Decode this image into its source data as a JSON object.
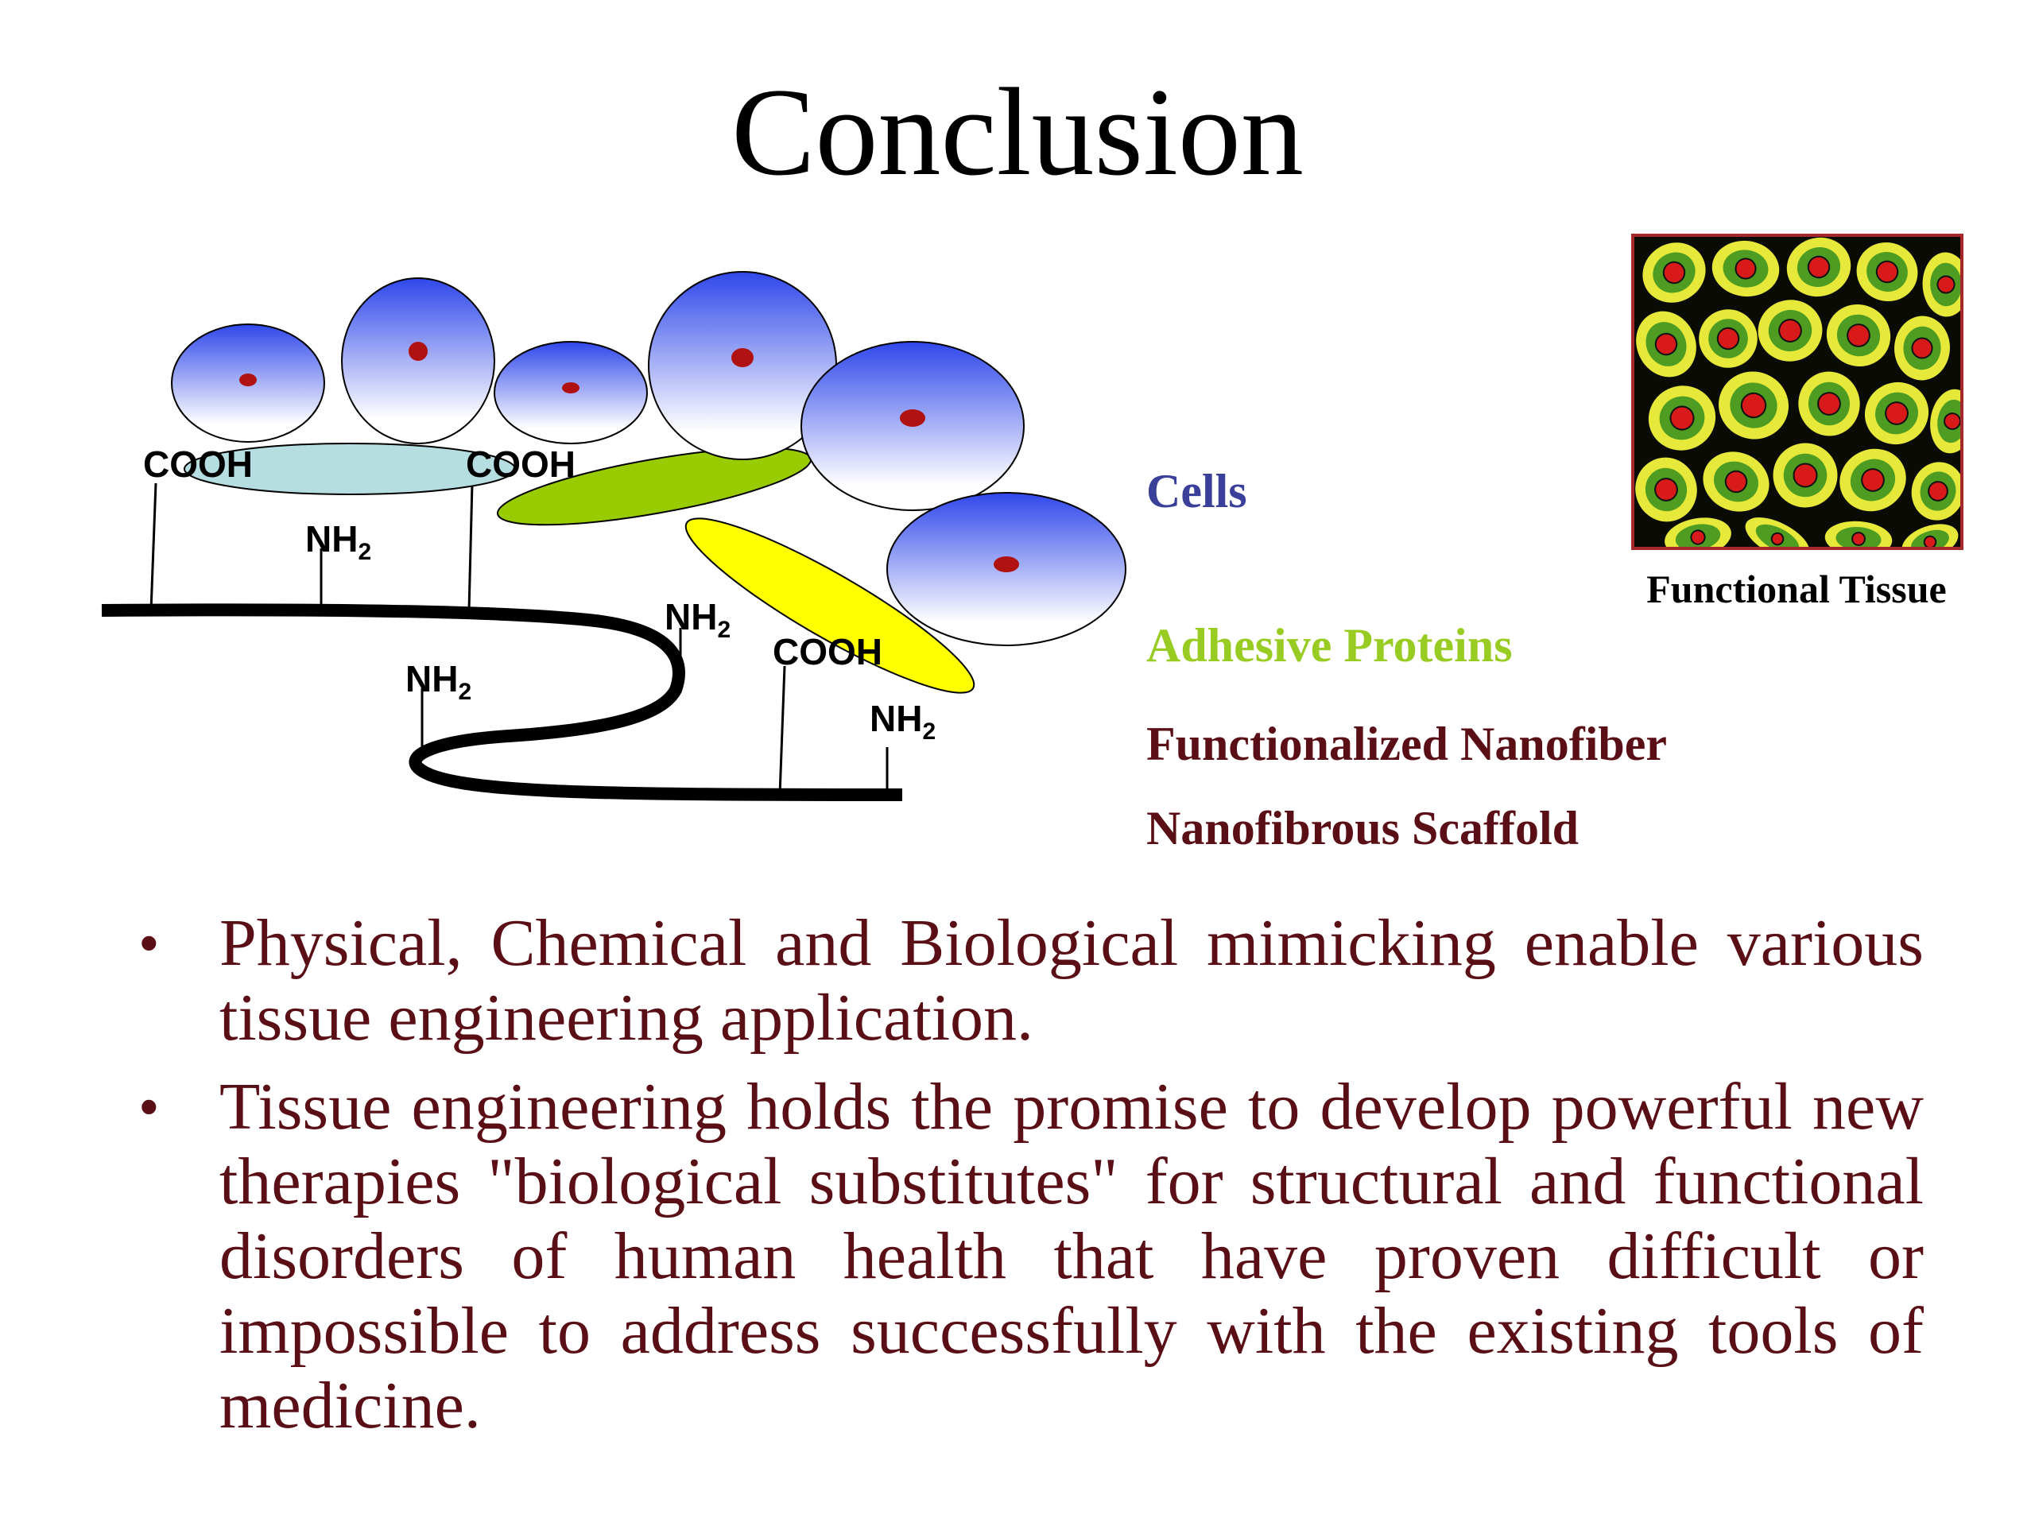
{
  "title": "Conclusion",
  "diagram": {
    "labels": {
      "cooh": "COOH",
      "nh2_main": "NH",
      "nh2_sub": "2"
    },
    "colors": {
      "cell_top": "#2f47ea",
      "cell_bottom": "#ffffff",
      "nucleus": "#b01212",
      "fiber": "#000000",
      "protein_light_blue": "#b6dde0",
      "protein_green": "#99cc00",
      "protein_yellow": "#ffff00"
    }
  },
  "legend": {
    "cells": "Cells",
    "adhesive_proteins": "Adhesive Proteins",
    "functionalized_nanofiber": "Functionalized Nanofiber",
    "nanofibrous_scaffold": "Nanofibrous Scaffold",
    "colors": {
      "cells": "#3a3f9a",
      "adhesive_proteins": "#99cc22",
      "nanofiber": "#5a0f16"
    }
  },
  "tissue_image": {
    "caption": "Functional Tissue",
    "colors": {
      "background": "#0b0b06",
      "cytoplasm_outer": "#e6e83a",
      "cytoplasm_inner": "#4e9c22",
      "nucleus": "#d81a1a",
      "frame": "#a5282c"
    }
  },
  "bullets": [
    "Physical, Chemical and Biological mimicking enable various tissue engineering application.",
    "Tissue engineering holds the promise to develop powerful new therapies  \"biological substitutes\"  for structural and functional disorders of human health that have proven difficult or impossible to address successfully with the existing tools of medicine."
  ],
  "bullet_symbol": "•",
  "body_color": "#5a0f16"
}
